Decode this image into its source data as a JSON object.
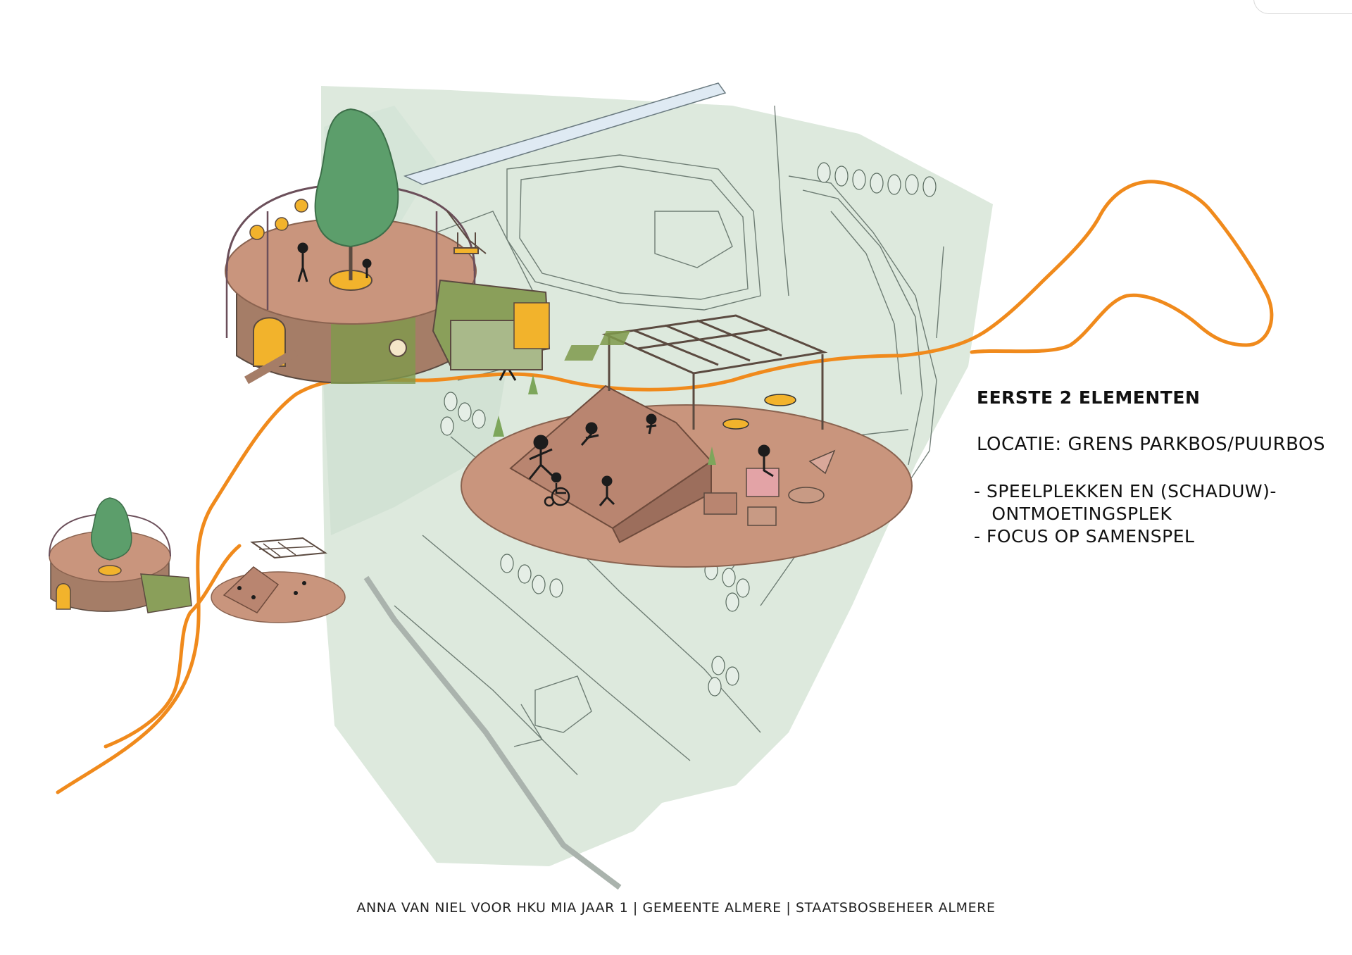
{
  "heading": "EERSTE 2 ELEMENTEN",
  "location": "LOCATIE: GRENS PARKBOS/PUURBOS",
  "bullets": [
    "- SPEELPLEKKEN EN (SCHADUW)-",
    "   ONTMOETINGSPLEK",
    "- FOCUS OP SAMENSPEL"
  ],
  "credits": "ANNA VAN NIEL VOOR HKU MIA JAAR 1 | GEMEENTE ALMERE | STAATSBOSBEHEER ALMERE",
  "colors": {
    "park_green": "#dde9dd",
    "park_green_dark": "#c9dccc",
    "route_orange": "#f08a1c",
    "water_blue": "#dfeaf3",
    "platform_clay": "#c9957d",
    "tree_green": "#5c9e6b",
    "accent_yellow": "#f2b32c",
    "figure_black": "#1c1c1c"
  },
  "icons": [
    "tree-icon",
    "person-icon",
    "wheelchair-icon",
    "swing-icon",
    "pergola-icon"
  ]
}
